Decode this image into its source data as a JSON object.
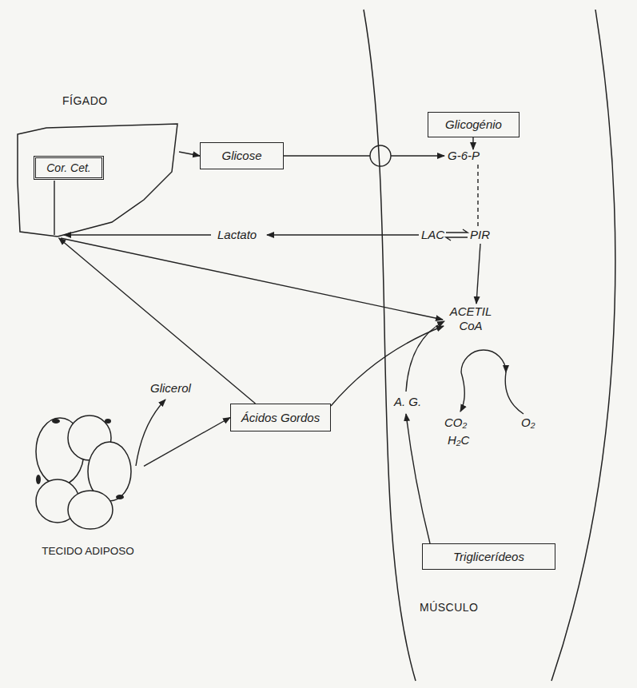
{
  "diagram": {
    "nodes": [
      {
        "text": [
          "FÍGADO"
        ]
      },
      {
        "text": [
          "Cor. Cet."
        ],
        "in": 0
      },
      {
        "text": [
          "Glicose"
        ]
      },
      {
        "text": [
          "MÚSCULO"
        ]
      },
      {
        "text": [
          "Glicogénio"
        ],
        "in": 3
      },
      {
        "text": [
          "Ácidos Gordos"
        ]
      },
      {
        "text": [
          "TECIDO ADIPOSO"
        ]
      },
      {
        "text": [
          "Triglicerídeos"
        ],
        "in": 3
      }
    ],
    "edges": [
      {
        "from": 0,
        "to": 2,
        "arrow": "to"
      },
      {
        "from": 5,
        "to": 0,
        "arrow": "to"
      },
      {
        "from": 6,
        "to": 5,
        "arrow": "to"
      }
    ],
    "labels": [
      "Glicerol",
      "Lactato",
      "G-6-P",
      "LAC",
      "PIR",
      "ACETIL CoA",
      "A. G.",
      "CO₂",
      "O₂",
      "H₂C"
    ]
  }
}
